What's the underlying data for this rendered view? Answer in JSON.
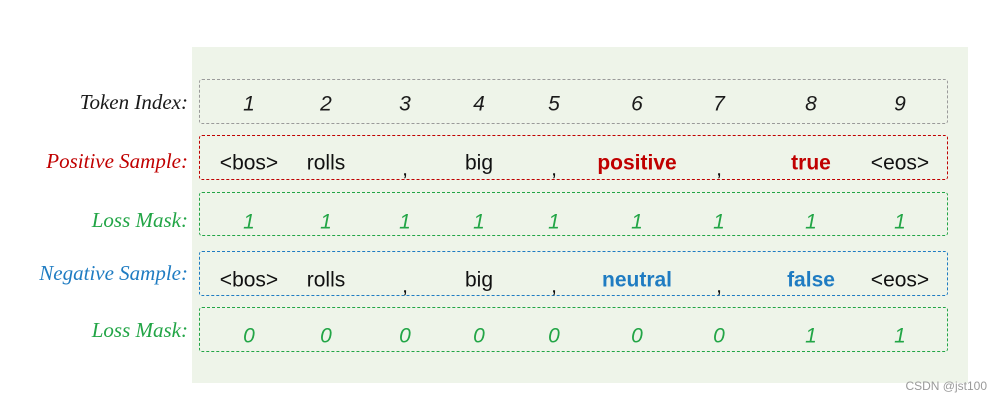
{
  "rows": [
    {
      "label": "Token Index:",
      "label_color": "#1a1a1a",
      "border_color": "#9a9a9a",
      "tokens": [
        "1",
        "2",
        "3",
        "4",
        "5",
        "6",
        "7",
        "8",
        "9"
      ],
      "token_color": "#1a1a1a",
      "kind": "idx"
    },
    {
      "label": "Positive Sample:",
      "label_color": "#c00000",
      "border_color": "#c00000",
      "tokens": [
        "<bos>",
        "rolls",
        ",",
        "big",
        ",",
        "positive",
        ",",
        "true",
        "<eos>"
      ],
      "token_color": "#111111",
      "kind": "tok",
      "highlight": {
        "5": "#c00000",
        "7": "#c00000"
      }
    },
    {
      "label": "Loss Mask:",
      "label_color": "#22a546",
      "border_color": "#22a546",
      "tokens": [
        "1",
        "1",
        "1",
        "1",
        "1",
        "1",
        "1",
        "1",
        "1"
      ],
      "token_color": "#22a546",
      "kind": "mask"
    },
    {
      "label": "Negative Sample:",
      "label_color": "#1f7cc2",
      "border_color": "#1f7cc2",
      "tokens": [
        "<bos>",
        "rolls",
        ",",
        "big",
        ",",
        "neutral",
        ",",
        "false",
        "<eos>"
      ],
      "token_color": "#111111",
      "kind": "tok",
      "highlight": {
        "5": "#1f7cc2",
        "7": "#1f7cc2"
      }
    },
    {
      "label": "Loss Mask:",
      "label_color": "#22a546",
      "border_color": "#22a546",
      "tokens": [
        "0",
        "0",
        "0",
        "0",
        "0",
        "0",
        "0",
        "1",
        "1"
      ],
      "token_color": "#22a546",
      "kind": "mask"
    }
  ],
  "watermark": "CSDN @jst100"
}
